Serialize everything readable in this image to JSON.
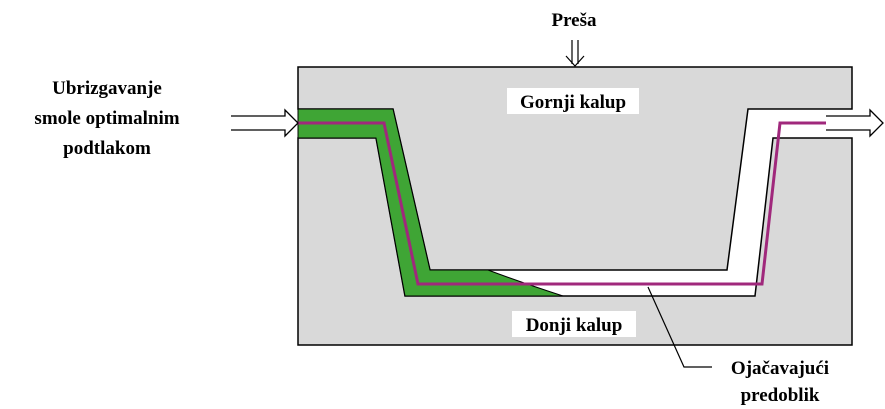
{
  "labels": {
    "press": "Preša",
    "injection_line1": "Ubrizgavanje",
    "injection_line2": "smole optimalnim",
    "injection_line3": "podtlakom",
    "upper_mold": "Gornji kalup",
    "lower_mold": "Donji kalup",
    "preform_line1": "Ojačavajući",
    "preform_line2": "predoblik"
  },
  "colors": {
    "mold_fill": "#d9d9d9",
    "resin_fill": "#3fa535",
    "preform_line": "#a0287c",
    "outline": "#000000"
  }
}
